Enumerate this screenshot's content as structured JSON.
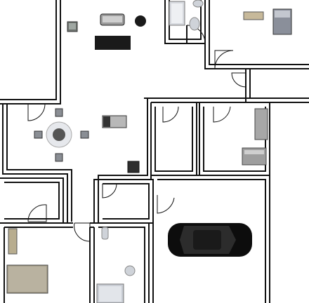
{
  "plan": {
    "background": "#ffffff",
    "wall_color": "#111111",
    "floor_color": "#ffffff",
    "furniture_gray": "#8f8f8f",
    "furniture_dark": "#2a2a2a",
    "fabric_color": "#b9b2a0",
    "car_color": "#0d0d0d",
    "rooms": [
      {
        "name": "living-room",
        "label": ""
      },
      {
        "name": "bedroom-top-right",
        "label": ""
      },
      {
        "name": "bathroom-top",
        "label": ""
      },
      {
        "name": "dining-room",
        "label": ""
      },
      {
        "name": "closet-left",
        "label": ""
      },
      {
        "name": "utility-room",
        "label": ""
      },
      {
        "name": "office-room",
        "label": ""
      },
      {
        "name": "small-hall-room",
        "label": ""
      },
      {
        "name": "garage",
        "label": ""
      },
      {
        "name": "bedroom-bottom-left",
        "label": ""
      },
      {
        "name": "bathroom-bottom",
        "label": ""
      }
    ]
  }
}
